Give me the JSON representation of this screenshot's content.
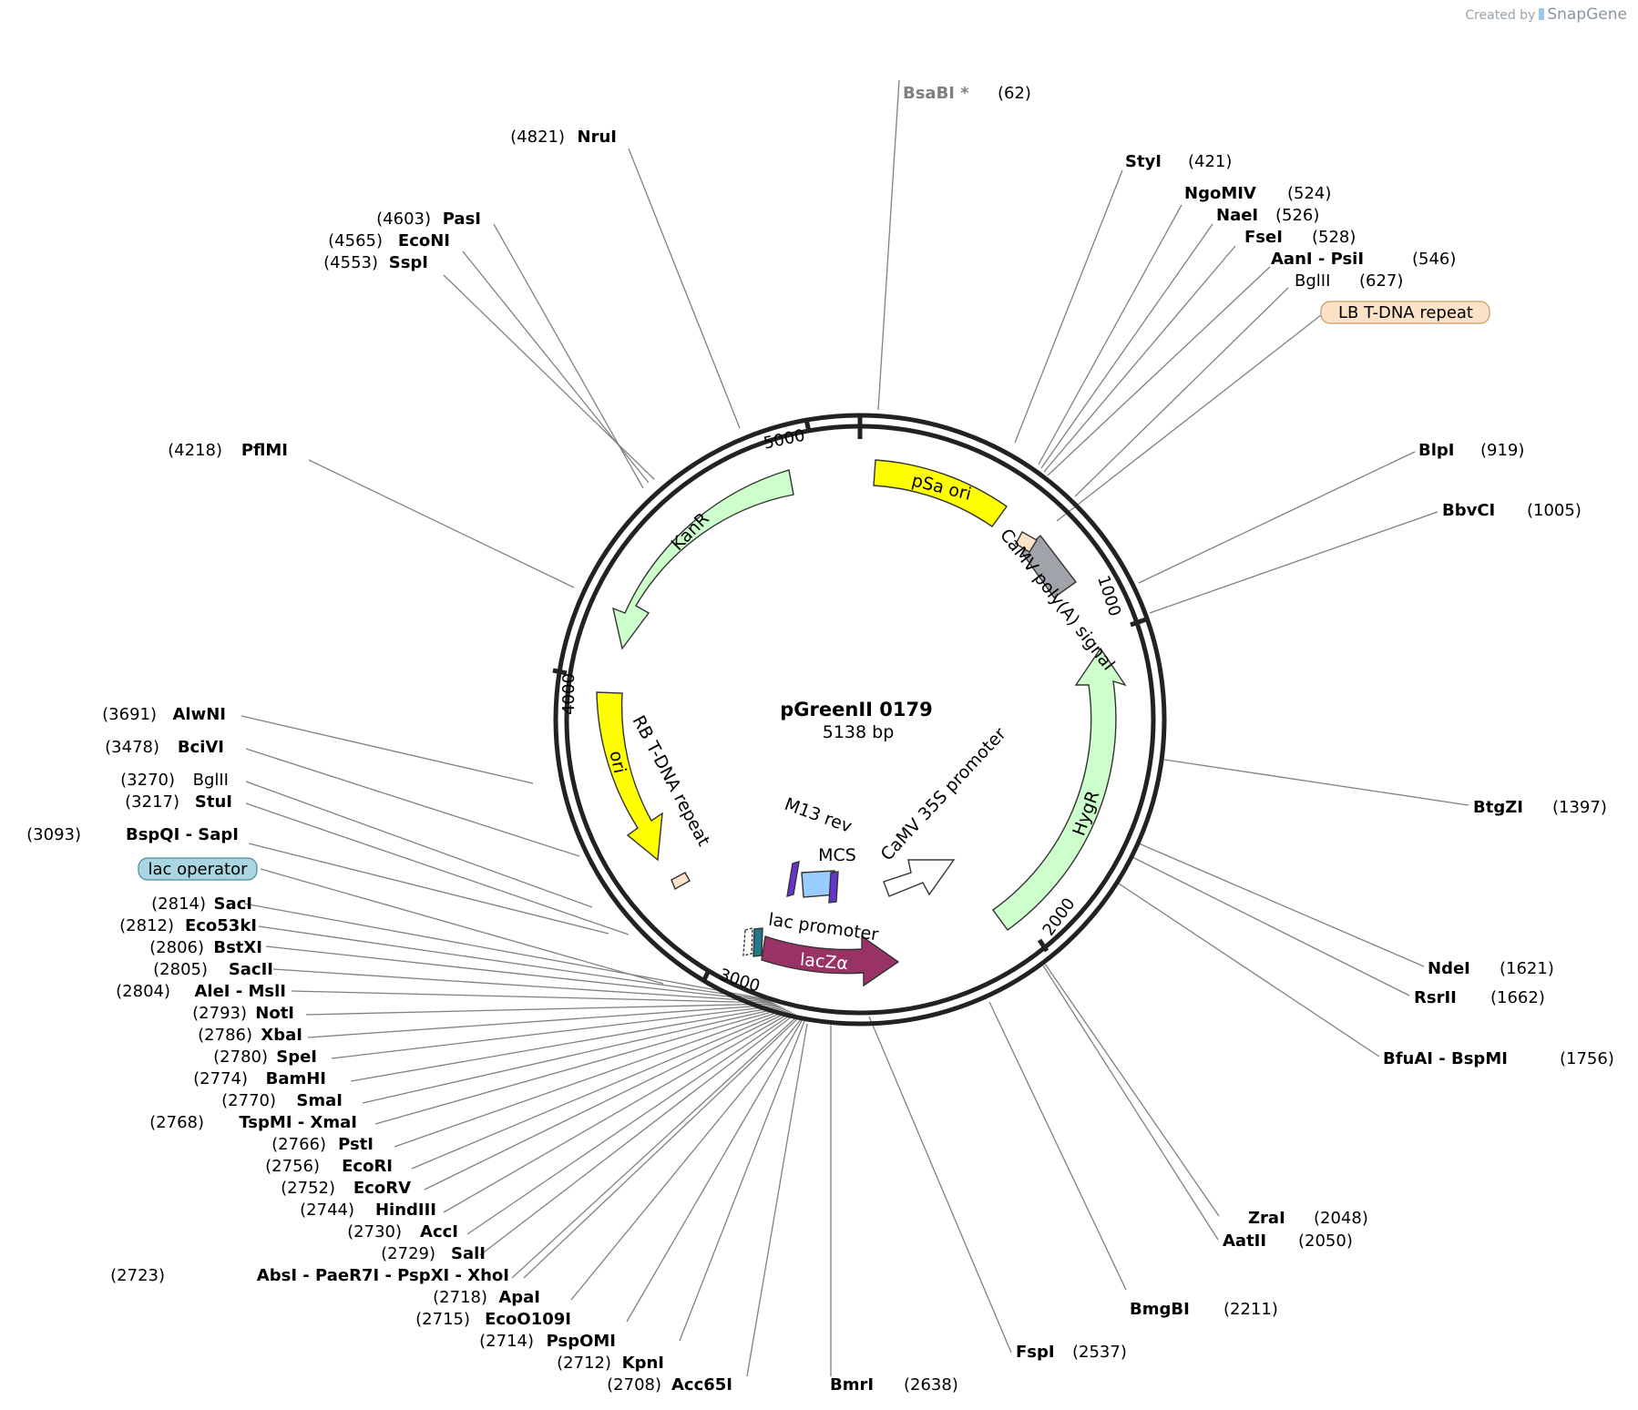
{
  "branding": {
    "created_by": "Created by",
    "product": "SnapGene"
  },
  "plasmid": {
    "name": "pGreenII 0179",
    "length_label": "5138 bp",
    "length_bp": 5138
  },
  "ticks": [
    "1000",
    "2000",
    "3000",
    "4000",
    "5000"
  ],
  "colors": {
    "yellow": "#ffff00",
    "green": "#ccffcc",
    "grey": "#a0a4aa",
    "peach": "#fce3c8",
    "lacz": "#993366",
    "white": "#ffffff",
    "blue": "#99ccff",
    "purple": "#6633cc",
    "teal": "#217a8c",
    "lac_operator": "#a9d6e0"
  },
  "features": [
    {
      "label": "pSa ori",
      "shape": "rect",
      "color": "yellow"
    },
    {
      "label": "CaMV poly(A) signal",
      "shape": "rect",
      "color": "grey"
    },
    {
      "label": "LB T-DNA repeat",
      "shape": "small",
      "color": "peach"
    },
    {
      "label": "HygR",
      "shape": "arrow",
      "color": "green"
    },
    {
      "label": "CaMV 35S promoter",
      "shape": "arrow",
      "color": "white"
    },
    {
      "label": "MCS",
      "shape": "rect",
      "color": "blue"
    },
    {
      "label": "M13 rev",
      "shape": "small",
      "color": "purple"
    },
    {
      "label": "lac promoter",
      "shape": "small",
      "color": "white"
    },
    {
      "label": "lac operator",
      "shape": "small",
      "color": "teal"
    },
    {
      "label": "lacZα",
      "shape": "arrow",
      "color": "lacz"
    },
    {
      "label": "RB T-DNA repeat",
      "shape": "small",
      "color": "peach"
    },
    {
      "label": "ori",
      "shape": "arrow",
      "color": "yellow"
    },
    {
      "label": "KanR",
      "shape": "arrow",
      "color": "green"
    }
  ],
  "sites": [
    {
      "name": "BsaBI *",
      "pos": "(62)",
      "style": "grey"
    },
    {
      "name": "StyI",
      "pos": "(421)"
    },
    {
      "name": "NgoMIV",
      "pos": "(524)"
    },
    {
      "name": "NaeI",
      "pos": "(526)"
    },
    {
      "name": "FseI",
      "pos": "(528)"
    },
    {
      "name": "AanI - PsiI",
      "pos": "(546)"
    },
    {
      "name": "BglII",
      "pos": "(627)",
      "style": "normal"
    },
    {
      "name": "LB T-DNA repeat",
      "pos": "",
      "style": "feature"
    },
    {
      "name": "BlpI",
      "pos": "(919)"
    },
    {
      "name": "BbvCI",
      "pos": "(1005)"
    },
    {
      "name": "BtgZI",
      "pos": "(1397)"
    },
    {
      "name": "NdeI",
      "pos": "(1621)"
    },
    {
      "name": "RsrII",
      "pos": "(1662)"
    },
    {
      "name": "BfuAI - BspMI",
      "pos": "(1756)"
    },
    {
      "name": "ZraI",
      "pos": "(2048)"
    },
    {
      "name": "AatII",
      "pos": "(2050)"
    },
    {
      "name": "BmgBI",
      "pos": "(2211)"
    },
    {
      "name": "FspI",
      "pos": "(2537)"
    },
    {
      "name": "BmrI",
      "pos": "(2638)"
    },
    {
      "name": "Acc65I",
      "pos": "(2708)"
    },
    {
      "name": "KpnI",
      "pos": "(2712)"
    },
    {
      "name": "PspOMI",
      "pos": "(2714)"
    },
    {
      "name": "EcoO109I",
      "pos": "(2715)"
    },
    {
      "name": "ApaI",
      "pos": "(2718)"
    },
    {
      "name": "AbsI - PaeR7I - PspXI - XhoI",
      "pos": "(2723)"
    },
    {
      "name": "SalI",
      "pos": "(2729)"
    },
    {
      "name": "AccI",
      "pos": "(2730)"
    },
    {
      "name": "HindIII",
      "pos": "(2744)"
    },
    {
      "name": "EcoRV",
      "pos": "(2752)"
    },
    {
      "name": "EcoRI",
      "pos": "(2756)"
    },
    {
      "name": "PstI",
      "pos": "(2766)"
    },
    {
      "name": "TspMI - XmaI",
      "pos": "(2768)"
    },
    {
      "name": "SmaI",
      "pos": "(2770)"
    },
    {
      "name": "BamHI",
      "pos": "(2774)"
    },
    {
      "name": "SpeI",
      "pos": "(2780)"
    },
    {
      "name": "XbaI",
      "pos": "(2786)"
    },
    {
      "name": "NotI",
      "pos": "(2793)"
    },
    {
      "name": "AleI - MslI",
      "pos": "(2804)"
    },
    {
      "name": "SacII",
      "pos": "(2805)"
    },
    {
      "name": "BstXI",
      "pos": "(2806)"
    },
    {
      "name": "Eco53kI",
      "pos": "(2812)"
    },
    {
      "name": "SacI",
      "pos": "(2814)"
    },
    {
      "name": "lac operator",
      "pos": "",
      "style": "feature"
    },
    {
      "name": "BspQI - SapI",
      "pos": "(3093)"
    },
    {
      "name": "StuI",
      "pos": "(3217)"
    },
    {
      "name": "BglII",
      "pos": "(3270)",
      "style": "normal"
    },
    {
      "name": "BciVI",
      "pos": "(3478)"
    },
    {
      "name": "AlwNI",
      "pos": "(3691)"
    },
    {
      "name": "PflMI",
      "pos": "(4218)"
    },
    {
      "name": "SspI",
      "pos": "(4553)"
    },
    {
      "name": "EcoNI",
      "pos": "(4565)"
    },
    {
      "name": "PasI",
      "pos": "(4603)"
    },
    {
      "name": "NruI",
      "pos": "(4821)"
    }
  ]
}
